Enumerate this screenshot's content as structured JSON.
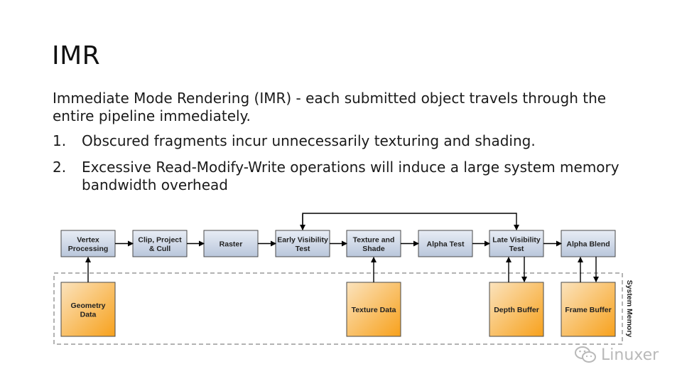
{
  "slide": {
    "title": "IMR",
    "intro": "Immediate Mode Rendering (IMR) - each submitted object travels through the entire pipeline immediately.",
    "list": [
      {
        "num": "1.",
        "text": "Obscured fragments incur unnecessarily texturing and shading."
      },
      {
        "num": "2.",
        "text": "Excessive Read-Modify-Write operations will induce a large system memory bandwidth overhead"
      }
    ]
  },
  "diagram": {
    "pipeline_stages": [
      [
        "Vertex",
        "Processing"
      ],
      [
        "Clip, Project",
        "& Cull"
      ],
      [
        "Raster"
      ],
      [
        "Early Visibility",
        "Test"
      ],
      [
        "Texture and",
        "Shade"
      ],
      [
        "Alpha Test"
      ],
      [
        "Late Visibility",
        "Test"
      ],
      [
        "Alpha Blend"
      ]
    ],
    "memory_blocks": [
      [
        "Geometry",
        "Data"
      ],
      [
        "Texture Data"
      ],
      [
        "Depth Buffer"
      ],
      [
        "Frame Buffer"
      ]
    ],
    "memory_region_label": "System Memory",
    "colors": {
      "stage_fill_top": "#e8edf5",
      "stage_fill_bottom": "#b9c6db",
      "memory_fill_top": "#fbe3bd",
      "memory_fill_bottom": "#f7a11c"
    }
  },
  "watermark": {
    "icon": "wechat-icon",
    "text": "Linuxer"
  }
}
